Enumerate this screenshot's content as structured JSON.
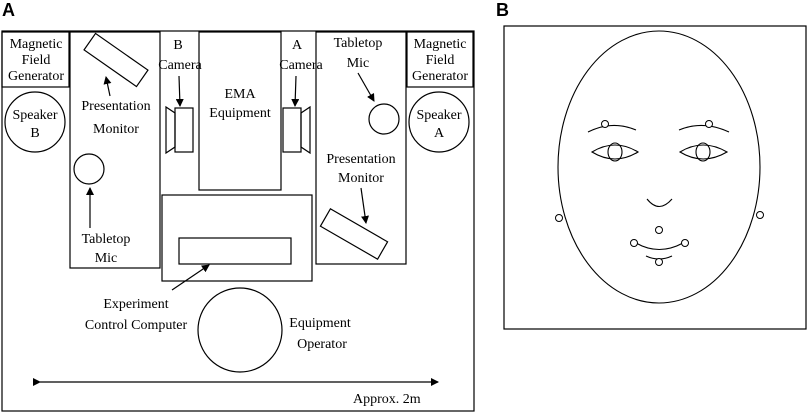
{
  "panels": {
    "a_label": "A",
    "b_label": "B"
  },
  "layout_a": {
    "mfg_left": [
      "Magnetic",
      "Field",
      "Generator"
    ],
    "mfg_right": [
      "Magnetic",
      "Field",
      "Generator"
    ],
    "speaker_b": [
      "Speaker",
      "B"
    ],
    "speaker_a": [
      "Speaker",
      "A"
    ],
    "presentation_monitor_left": [
      "Presentation",
      "Monitor"
    ],
    "presentation_monitor_right": [
      "Presentation",
      "Monitor"
    ],
    "tabletop_mic_left": [
      "Tabletop",
      "Mic"
    ],
    "tabletop_mic_right": [
      "Tabletop",
      "Mic"
    ],
    "camera_b": [
      "B",
      "Camera"
    ],
    "camera_a": [
      "A",
      "Camera"
    ],
    "ema": [
      "EMA",
      "Equipment"
    ],
    "experiment_computer": [
      "Experiment",
      "Control Computer"
    ],
    "equipment_operator": [
      "Equipment",
      "Operator"
    ],
    "scale": "Approx. 2m"
  }
}
